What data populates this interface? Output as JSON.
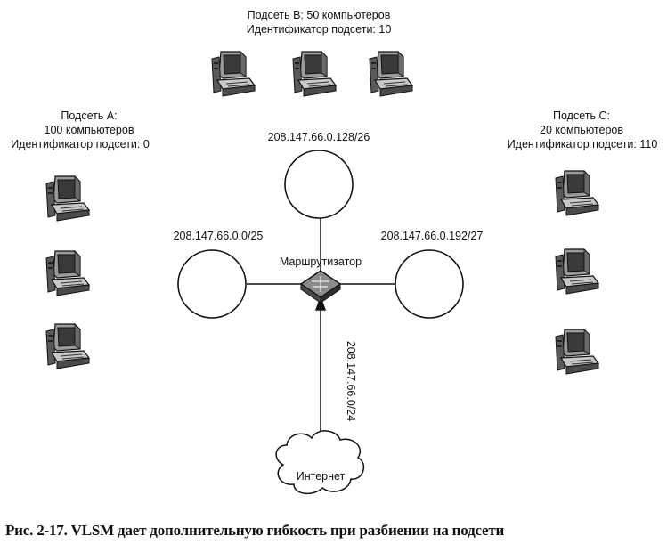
{
  "subnet_b": {
    "title": "Подсеть В: 50 компьютеров",
    "id_line": "Идентификатор подсети: 10",
    "network": "208.147.66.0.128/26"
  },
  "subnet_a": {
    "title": "Подсеть А:",
    "count": "100 компьютеров",
    "id_line": "Идентификатор подсети: 0",
    "network": "208.147.66.0.0/25"
  },
  "subnet_c": {
    "title": "Подсеть С:",
    "count": "20 компьютеров",
    "id_line": "Идентификатор подсети: 110",
    "network": "208.147.66.0.192/27"
  },
  "router": {
    "label": "Маршрутизатор"
  },
  "uplink": {
    "network": "208.147.66.0/24"
  },
  "internet": {
    "label": "Интернет"
  },
  "caption": "Рис. 2-17.   VLSM дает дополнительную гибкость при разбиении на подсети",
  "colors": {
    "line": "#111111",
    "background": "#ffffff"
  }
}
